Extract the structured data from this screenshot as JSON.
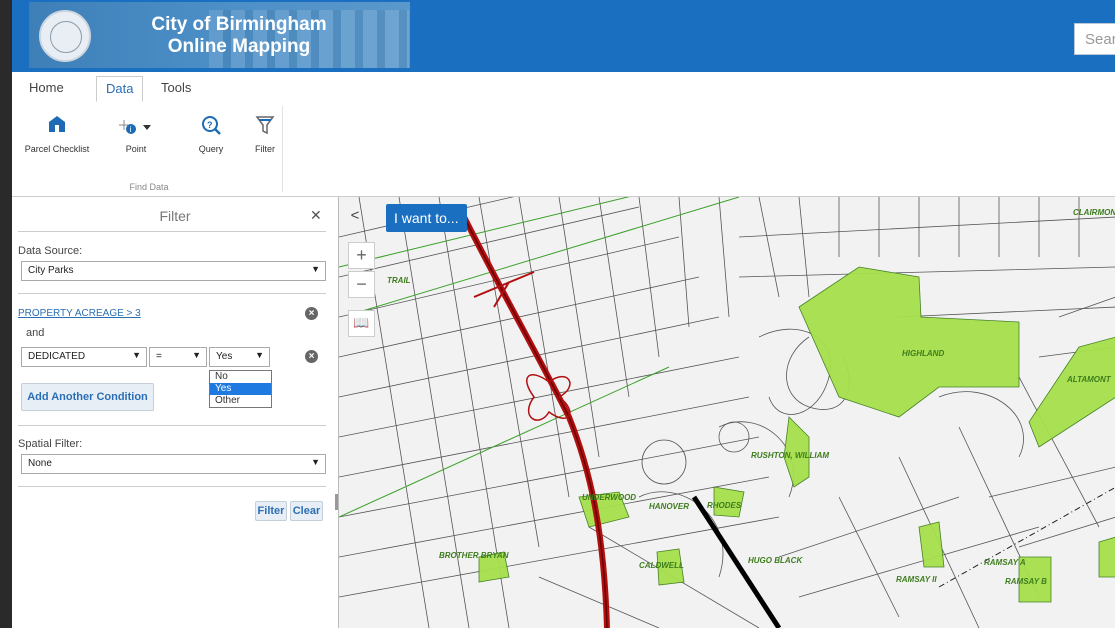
{
  "header": {
    "title_line1": "City of Birmingham",
    "title_line2": "Online Mapping",
    "search_placeholder": "Sear"
  },
  "tabs": [
    {
      "label": "Home"
    },
    {
      "label": "Data"
    },
    {
      "label": "Tools"
    }
  ],
  "ribbon": {
    "buttons": [
      {
        "label": "Parcel Checklist",
        "icon": "parcel-icon"
      },
      {
        "label": "Point",
        "icon": "point-info-icon"
      },
      {
        "label": "Query",
        "icon": "query-icon"
      },
      {
        "label": "Filter",
        "icon": "funnel-icon"
      }
    ],
    "group_label": "Find Data"
  },
  "filter_panel": {
    "title": "Filter",
    "data_source_label": "Data Source:",
    "data_source_value": "City Parks",
    "condition_link": "PROPERTY ACREAGE > 3",
    "and_label": "and",
    "field_value": "DEDICATED",
    "operator_value": "=",
    "value_value": "Yes",
    "value_options": [
      "No",
      "Yes",
      "Other"
    ],
    "add_condition_label": "Add Another Condition",
    "spatial_filter_label": "Spatial Filter:",
    "spatial_filter_value": "None",
    "filter_button": "Filter",
    "clear_button": "Clear"
  },
  "map": {
    "i_want_to": "I want to...",
    "park_labels": [
      "HIGHLAND",
      "ALTAMONT",
      "CLAIRMON",
      "RUSHTON, WILLIAM",
      "UNDERWOOD",
      "HANOVER",
      "RHODES",
      "BROTHER BRYAN",
      "CALDWELL",
      "HUGO BLACK",
      "RAMSAY II",
      "RAMSAY A",
      "RAMSAY B"
    ],
    "street_label": "TRAIL"
  },
  "colors": {
    "header_blue": "#1a6fc0",
    "park_green": "#a7e04c",
    "highway_red": "#b01010",
    "link_blue": "#2a6fb5"
  }
}
